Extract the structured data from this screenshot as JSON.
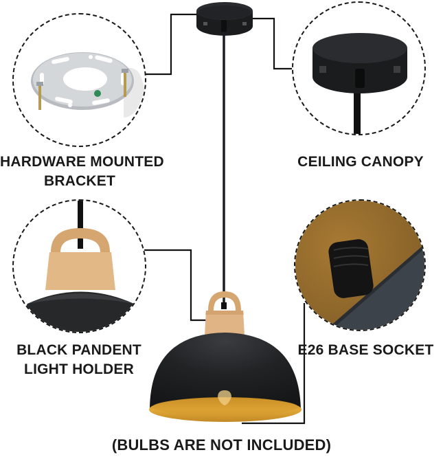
{
  "callouts": {
    "bracket": {
      "line1": "HARDWARE MOUNTED",
      "line2": "BRACKET",
      "icon": "mounting-bracket-icon"
    },
    "canopy": {
      "line1": "CEILING CANOPY",
      "icon": "ceiling-canopy-icon"
    },
    "holder": {
      "line1": "BLACK PANDENT",
      "line2": "LIGHT HOLDER",
      "icon": "wood-holder-icon"
    },
    "socket": {
      "line1": "E26 BASE SOCKET",
      "icon": "lamp-socket-icon"
    }
  },
  "footer_note": "(BULBS ARE NOT INCLUDED)",
  "colors": {
    "shade_black": "#1f2123",
    "shade_inner_gold": "#c98f2a",
    "wood": "#d9ac78",
    "connector": "#111111",
    "socket_bg_gold": "#a8782e",
    "socket_shade_gray": "#3c4248"
  }
}
